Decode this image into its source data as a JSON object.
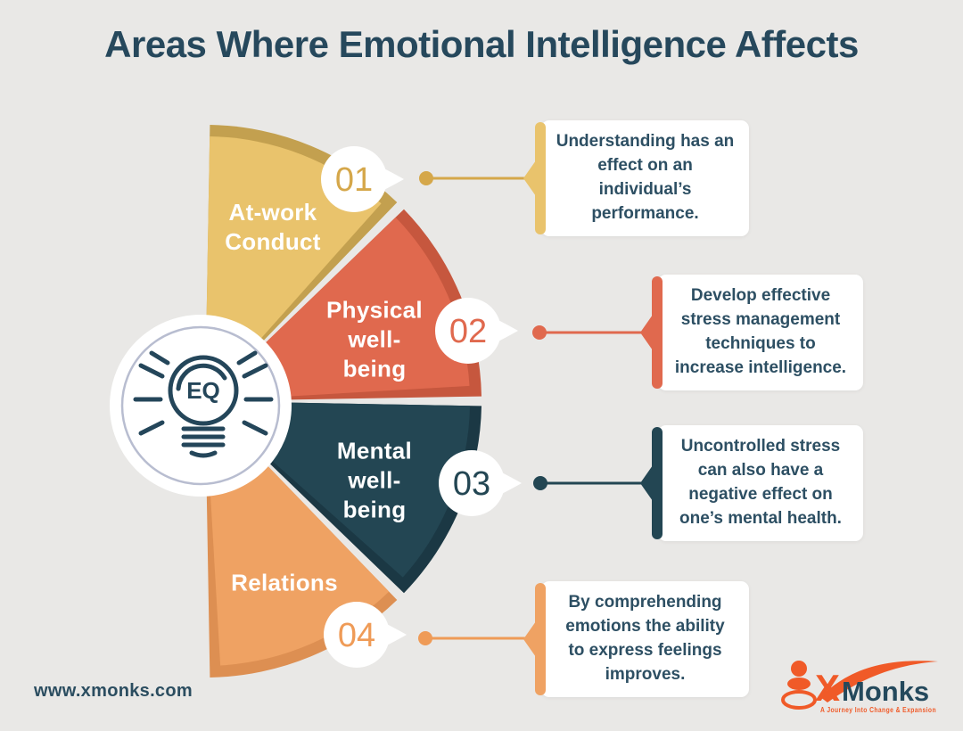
{
  "title": "Areas Where Emotional Intelligence Affects",
  "center_icon": {
    "label": "EQ"
  },
  "areas": [
    {
      "number": "01",
      "label_lines": [
        "At-work",
        "Conduct"
      ],
      "desc": "Understanding has an effect on an individual’s performance.",
      "color": "#e9c36c",
      "dark": "#c3a04f",
      "num_color": "#d5a74a"
    },
    {
      "number": "02",
      "label_lines": [
        "Physical",
        "well-",
        "being"
      ],
      "desc": "Develop effective stress management techniques to increase intelligence.",
      "color": "#e0694e",
      "dark": "#c6573e",
      "num_color": "#e0694e"
    },
    {
      "number": "03",
      "label_lines": [
        "Mental",
        "well-",
        "being"
      ],
      "desc": "Uncontrolled stress can also have a negative effect on one’s mental health.",
      "color": "#234653",
      "dark": "#1b3844",
      "num_color": "#234653"
    },
    {
      "number": "04",
      "label_lines": [
        "Relations"
      ],
      "desc": "By comprehending emotions the ability to express feelings improves.",
      "color": "#efa263",
      "dark": "#dd8f52",
      "num_color": "#ef9b57"
    }
  ],
  "footer": {
    "website": "www.xmonks.com"
  },
  "logo": {
    "x": "X",
    "name": "Monks",
    "tagline": "A Journey Into Change & Expansion"
  },
  "colors": {
    "background": "#e9e8e6",
    "title_text": "#26485c",
    "card_text": "#2d4f63",
    "card_bg": "#ffffff",
    "hub_ring": "#b8bdd0",
    "icon_stroke": "#24465a",
    "logo_orange": "#f05a28",
    "logo_dark": "#24495c"
  }
}
